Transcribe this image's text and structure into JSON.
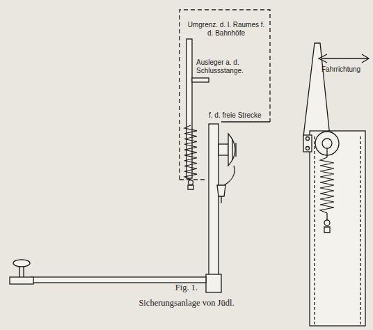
{
  "diagram": {
    "caption": "Sicherungsanlage von Jüdl.",
    "labels": [
      "Umgrenz. d. l. Raumes f. d. Bahnhöfe",
      "Ausleger a. d. Schlussstange.",
      "Fahrrichtung",
      "f. d. freie Strecke",
      "Fig. 1."
    ]
  }
}
